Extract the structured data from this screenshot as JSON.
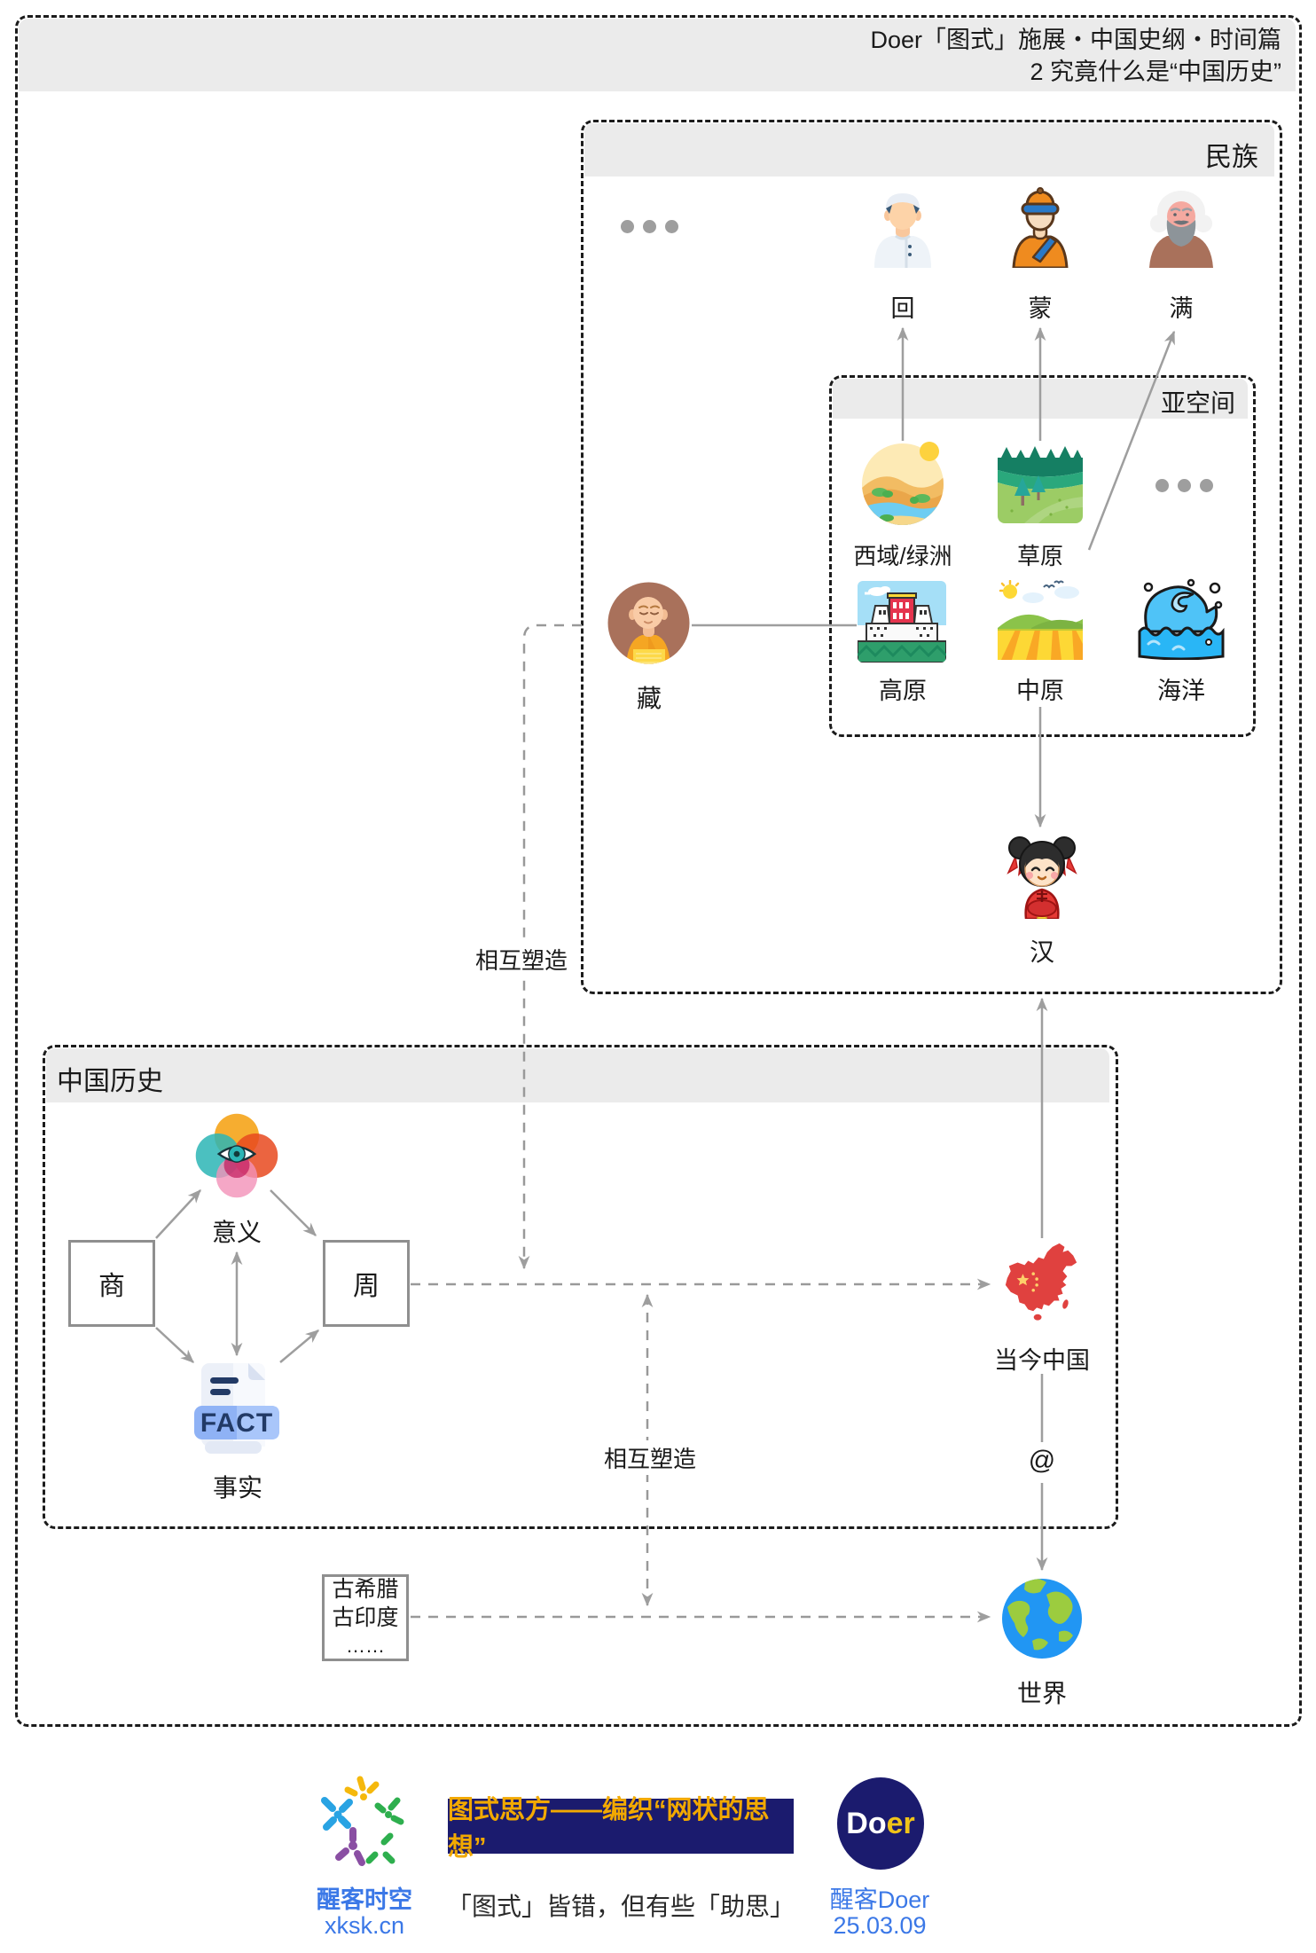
{
  "header": {
    "title_line1": "Doer「图式」施展・中国史纲・时间篇",
    "title_line2": "2 究竟什么是“中国历史”"
  },
  "minzu": {
    "title": "民族",
    "hui_label": "回",
    "meng_label": "蒙",
    "man_label": "满",
    "zang_label": "藏",
    "han_label": "汉"
  },
  "yakongjian": {
    "title": "亚空间",
    "xiyu_label": "西域/绿洲",
    "caoyuan_label": "草原",
    "gaoyuan_label": "高原",
    "zhongyuan_label": "中原",
    "haiyang_label": "海洋"
  },
  "lishi": {
    "title": "中国历史",
    "yiyi_label": "意义",
    "shang_label": "商",
    "zhou_label": "周",
    "shishi_label": "事实",
    "fact_text": "FACT",
    "dangjin_label": "当今中国",
    "at_symbol": "@"
  },
  "connectors": {
    "mutual_shaping_top": "相互塑造",
    "mutual_shaping_bottom": "相互塑造"
  },
  "world": {
    "shijie_label": "世界",
    "gu_box_line1": "古希腊",
    "gu_box_line2": "古印度",
    "gu_box_line3": "……"
  },
  "footer": {
    "site_name": "醒客时空",
    "site_url": "xksk.cn",
    "banner_text": "图式思方——编织“网状的思想”",
    "tagline": "「图式」皆错，但有些「助思」",
    "doer_white": "Do",
    "doer_gold": "er",
    "author": "醒客Doer",
    "date": "25.03.09"
  },
  "colors": {
    "header_band": "#ebebeb",
    "dashed_border": "#1c1c1c",
    "line_gray": "#9e9e9e",
    "china_red": "#e0413f",
    "footer_blue": "#3b78e7",
    "banner_navy": "#1b1b6e",
    "banner_gold": "#f2a900"
  }
}
